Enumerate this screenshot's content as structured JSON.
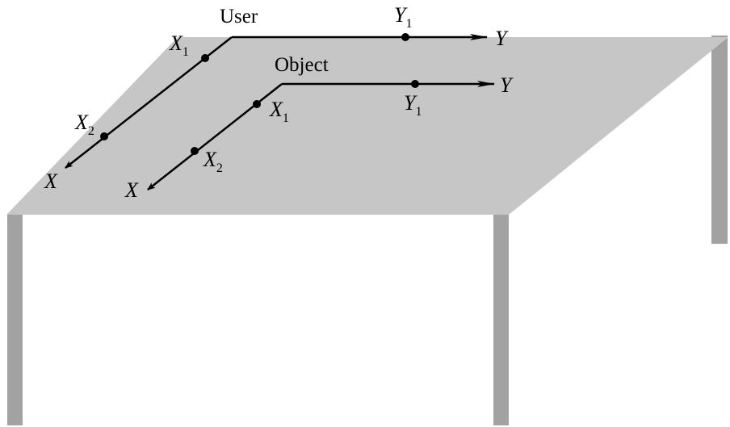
{
  "colors": {
    "tabletop": "#c6c6c6",
    "legs": "#a2a2a2",
    "ink": "#000000",
    "background": "#ffffff"
  },
  "user_frame": {
    "title": "User",
    "x_axis_label": "X",
    "y_axis_label": "Y",
    "points": {
      "x1": {
        "base": "X",
        "sub": "1"
      },
      "x2": {
        "base": "X",
        "sub": "2"
      },
      "y1": {
        "base": "Y",
        "sub": "1"
      }
    }
  },
  "object_frame": {
    "title": "Object",
    "x_axis_label": "X",
    "y_axis_label": "Y",
    "points": {
      "x1": {
        "base": "X",
        "sub": "1"
      },
      "x2": {
        "base": "X",
        "sub": "2"
      },
      "y1": {
        "base": "Y",
        "sub": "1"
      }
    }
  }
}
